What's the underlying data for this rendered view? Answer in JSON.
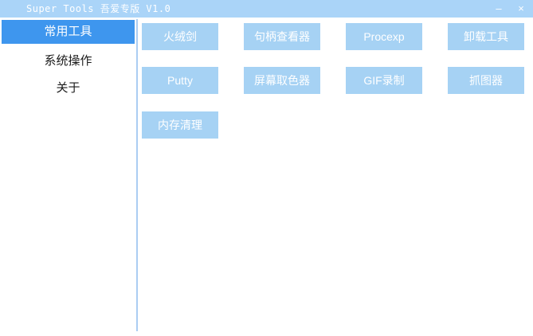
{
  "window": {
    "title": "Super Tools 吾爱专版 V1.0",
    "minimize_glyph": "–",
    "close_glyph": "×"
  },
  "sidebar": {
    "items": [
      {
        "label": "常用工具",
        "selected": true
      },
      {
        "label": "系统操作",
        "selected": false
      },
      {
        "label": "关于",
        "selected": false
      }
    ]
  },
  "main": {
    "buttons": [
      {
        "label": "火绒剑"
      },
      {
        "label": "句柄查看器"
      },
      {
        "label": "Procexp"
      },
      {
        "label": "卸载工具"
      },
      {
        "label": "Putty"
      },
      {
        "label": "屏幕取色器"
      },
      {
        "label": "GIF录制"
      },
      {
        "label": "抓图器"
      },
      {
        "label": "内存清理"
      }
    ]
  },
  "colors": {
    "titlebar_bg": "#aad4f8",
    "selected_sidebar_bg": "#3e96ee",
    "tool_button_bg": "#a6d2f4",
    "divider": "#abcdf2",
    "button_text": "#ffffff",
    "sidebar_text": "#1a1a1a"
  }
}
